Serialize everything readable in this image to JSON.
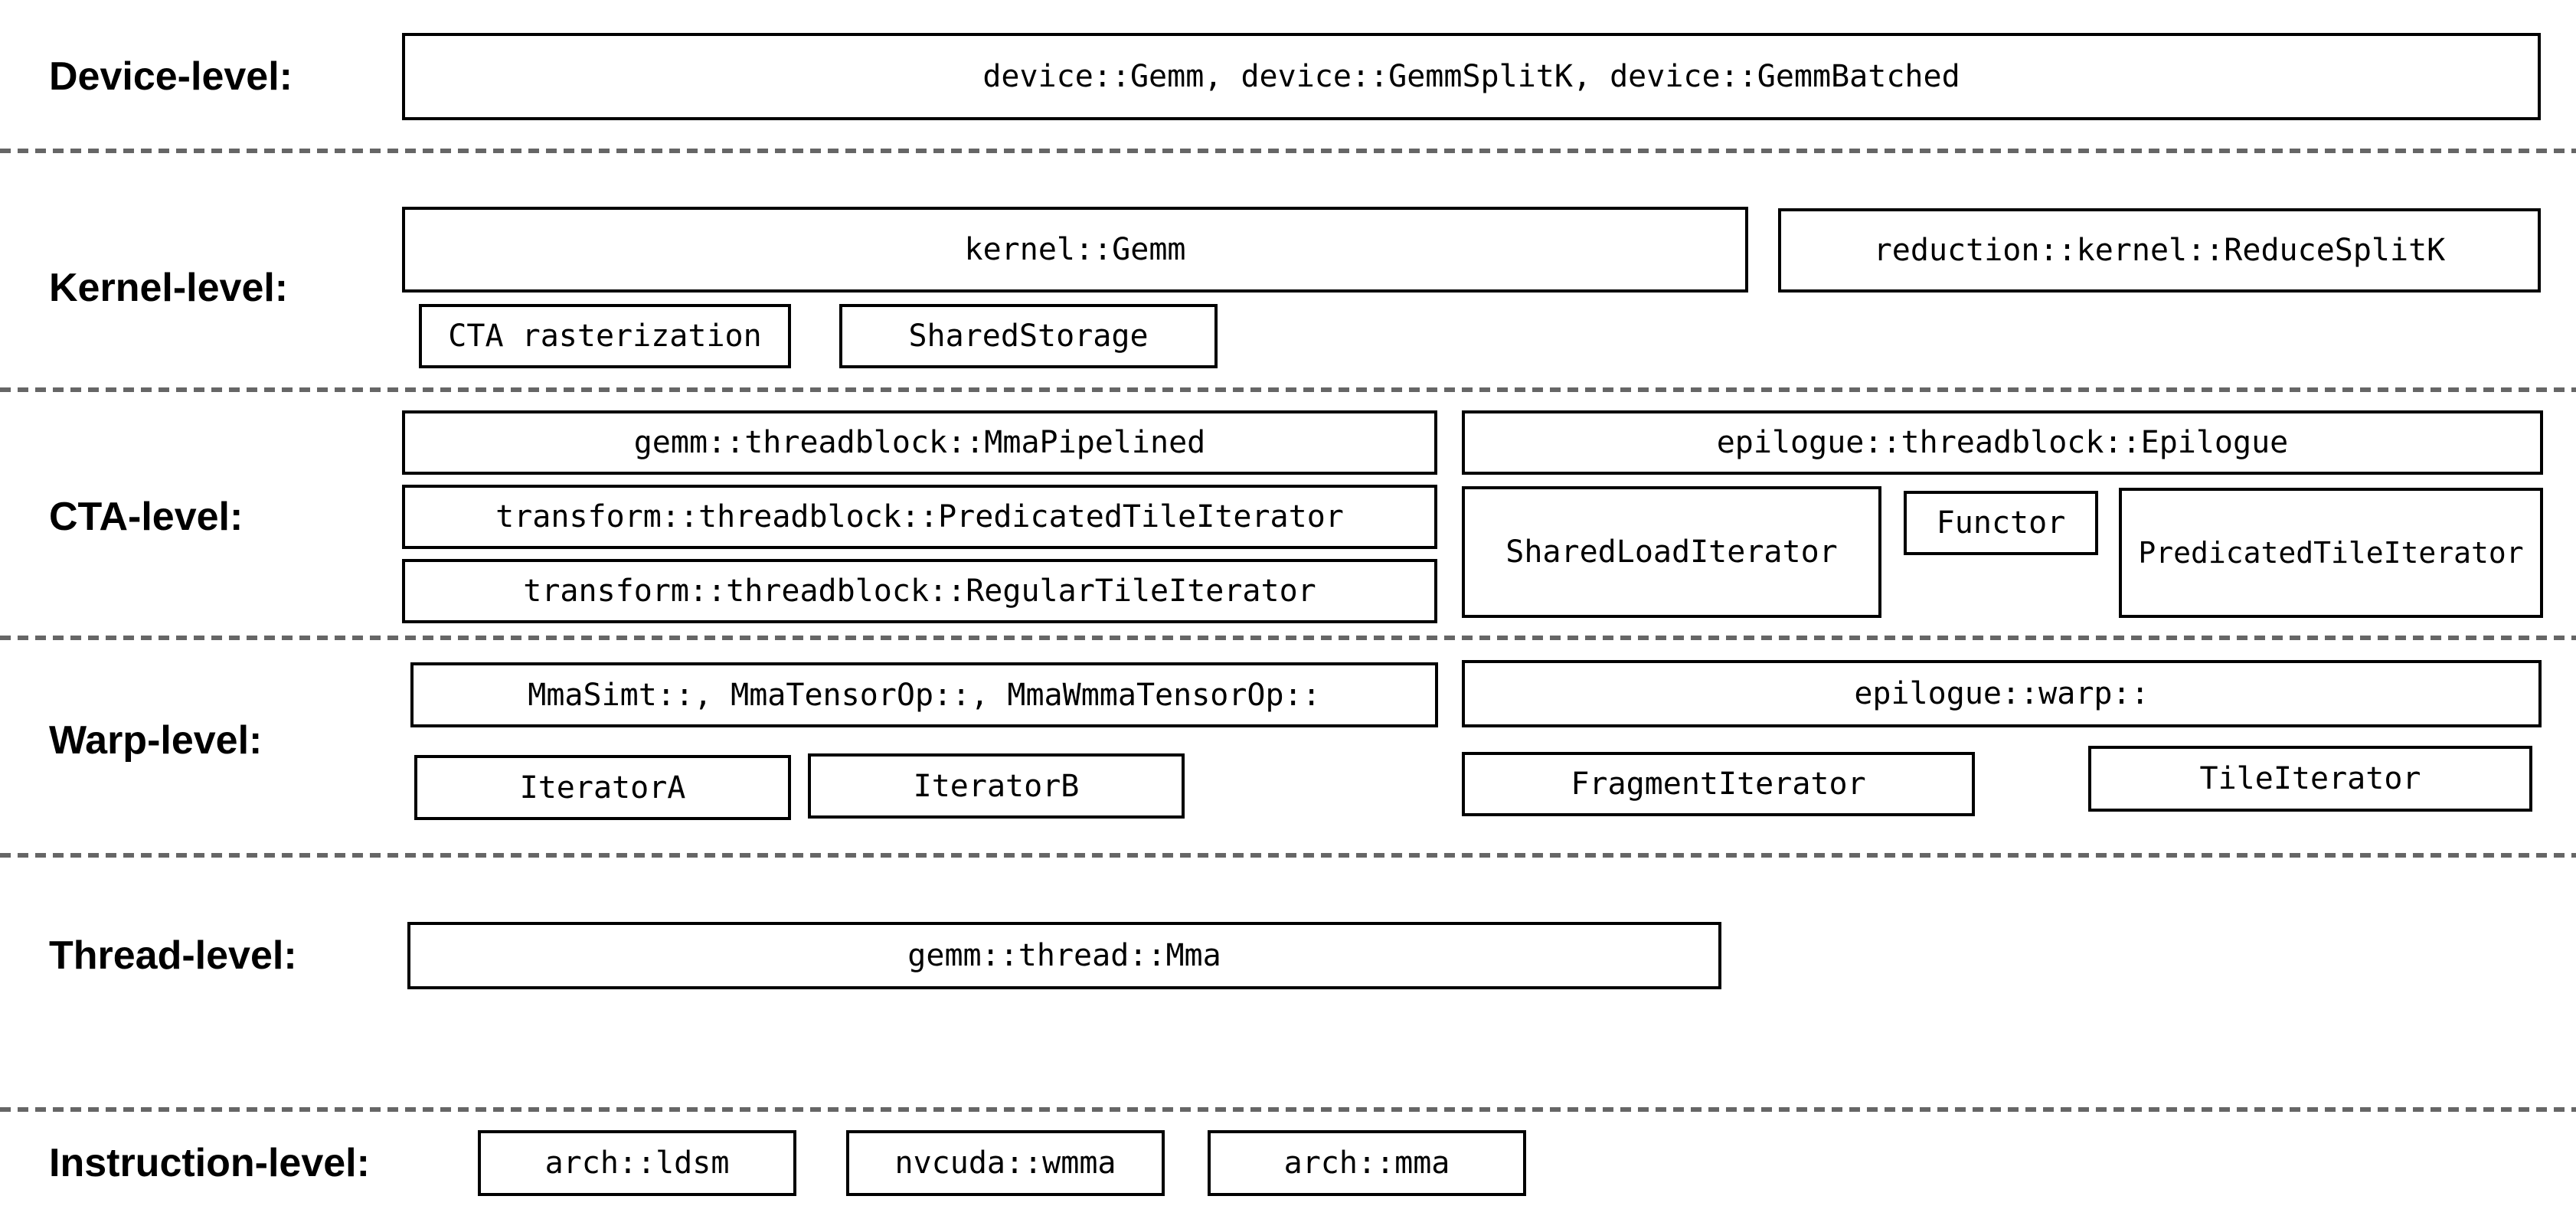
{
  "diagram": {
    "colors": {
      "background": "#ffffff",
      "box_border": "#000000",
      "text": "#000000",
      "separator": "#666666"
    },
    "levels": {
      "device": {
        "label": "Device-level:",
        "main_box": "device::Gemm, device::GemmSplitK, device::GemmBatched"
      },
      "kernel": {
        "label": "Kernel-level:",
        "gemm_box": "kernel::Gemm",
        "reduce_box": "reduction::kernel::ReduceSplitK",
        "cta_rasterization_box": "CTA rasterization",
        "shared_storage_box": "SharedStorage"
      },
      "cta": {
        "label": "CTA-level:",
        "mma_pipelined_box": "gemm::threadblock::MmaPipelined",
        "predicated_tile_iterator_box": "transform::threadblock::PredicatedTileIterator",
        "regular_tile_iterator_box": "transform::threadblock::RegularTileIterator",
        "epilogue_box": "epilogue::threadblock::Epilogue",
        "shared_load_iterator_box": "SharedLoadIterator",
        "functor_box": "Functor",
        "epilogue_predicated_tile_iterator_box": "PredicatedTileIterator"
      },
      "warp": {
        "label": "Warp-level:",
        "mma_box": "MmaSimt::, MmaTensorOp::, MmaWmmaTensorOp::",
        "iterator_a_box": "IteratorA",
        "iterator_b_box": "IteratorB",
        "epilogue_warp_box": "epilogue::warp::",
        "fragment_iterator_box": "FragmentIterator",
        "tile_iterator_box": "TileIterator"
      },
      "thread": {
        "label": "Thread-level:",
        "mma_box": "gemm::thread::Mma"
      },
      "instruction": {
        "label": "Instruction-level:",
        "ldsm_box": "arch::ldsm",
        "wmma_box": "nvcuda::wmma",
        "mma_box": "arch::mma"
      }
    }
  }
}
